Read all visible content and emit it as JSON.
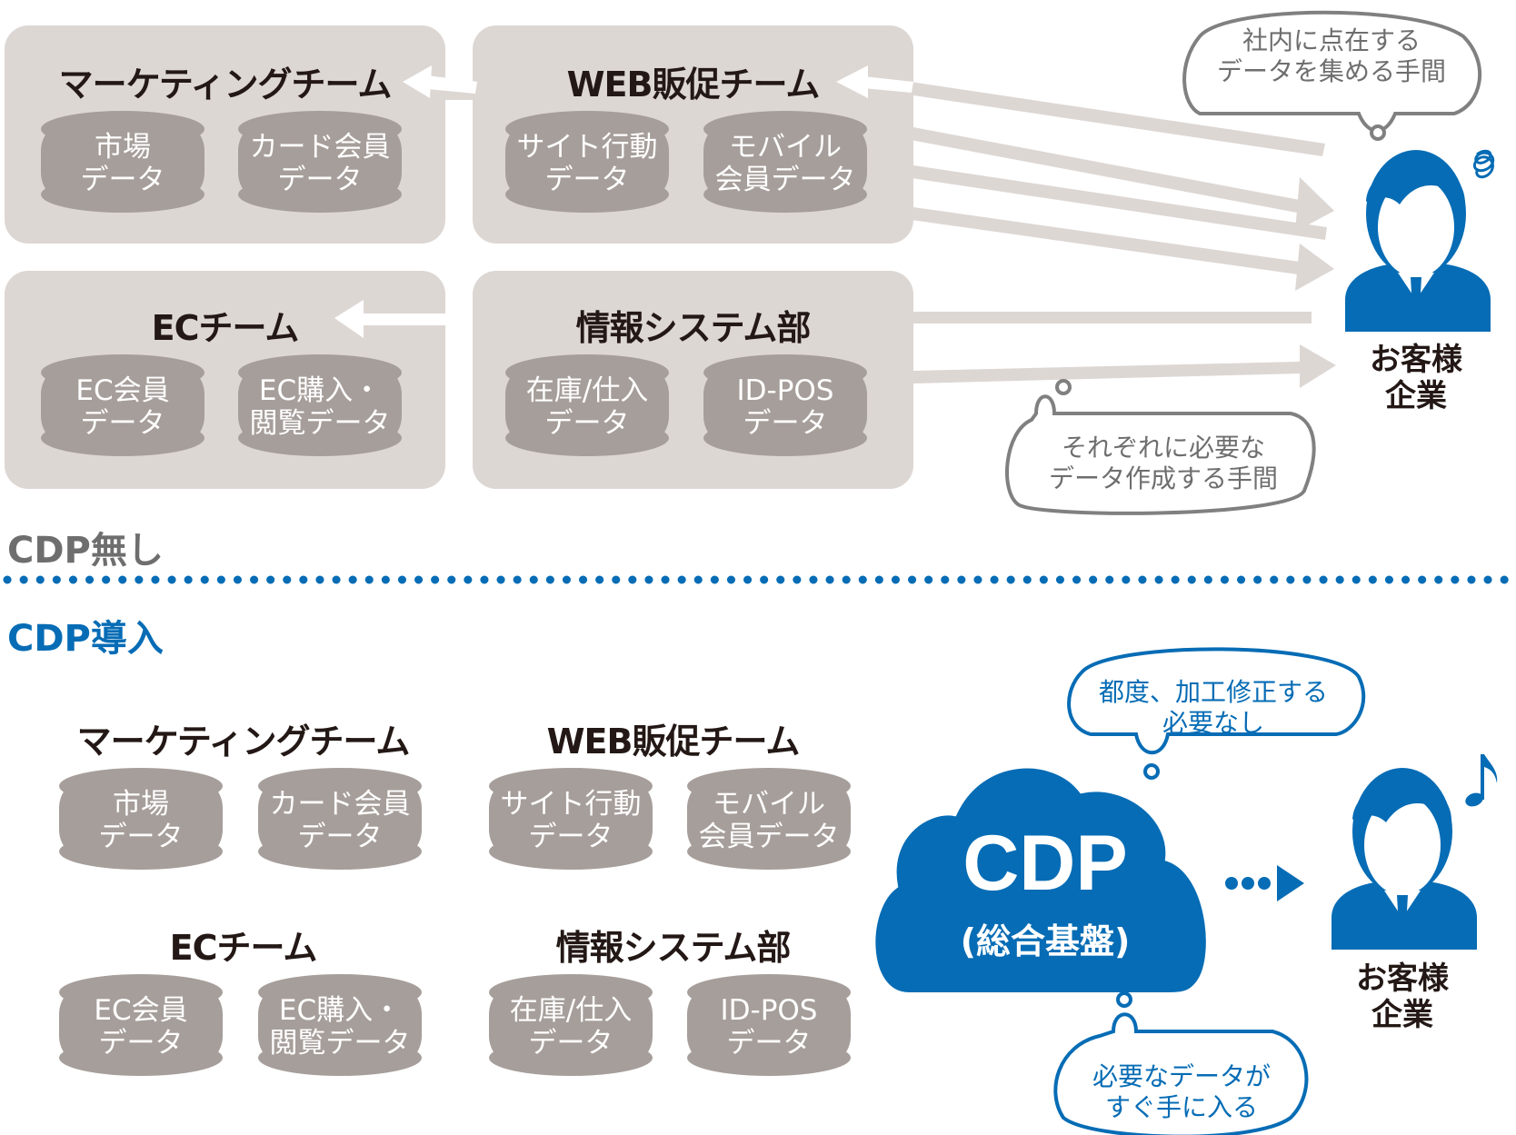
{
  "colors": {
    "brand_blue": "#066cb5",
    "panel": "#ddd7d4",
    "cylinder": "#a69e9a",
    "arrow": "#ddd7d4",
    "bubble_gray": "#808080",
    "text_dark": "#231815",
    "heading_gray": "#6e6e6e"
  },
  "without_cdp": {
    "heading": "CDP無し",
    "teams": [
      {
        "name": "マーケティングチーム",
        "data": [
          "市場\nデータ",
          "カード会員\nデータ"
        ]
      },
      {
        "name": "WEB販促チーム",
        "data": [
          "サイト行動\nデータ",
          "モバイル\n会員データ"
        ]
      },
      {
        "name": "ECチーム",
        "data": [
          "EC会員\nデータ",
          "EC購入・\n閲覧データ"
        ]
      },
      {
        "name": "情報システム部",
        "data": [
          "在庫/仕入\nデータ",
          "ID-POS\nデータ"
        ]
      }
    ],
    "bubble_top": "社内に点在する\nデータを集める手間",
    "bubble_bottom": "それぞれに必要な\nデータ作成する手間",
    "customer": "お客様\n企業",
    "customer_icon": "worried-person-icon"
  },
  "with_cdp": {
    "heading": "CDP導入",
    "teams": [
      {
        "name": "マーケティングチーム",
        "data": [
          "市場\nデータ",
          "カード会員\nデータ"
        ]
      },
      {
        "name": "WEB販促チーム",
        "data": [
          "サイト行動\nデータ",
          "モバイル\n会員データ"
        ]
      },
      {
        "name": "ECチーム",
        "data": [
          "EC会員\nデータ",
          "EC購入・\n閲覧データ"
        ]
      },
      {
        "name": "情報システム部",
        "data": [
          "在庫/仕入\nデータ",
          "ID-POS\nデータ"
        ]
      }
    ],
    "cloud_title": "CDP",
    "cloud_subtitle": "(総合基盤)",
    "bubble_top": "都度、加工修正する\n必要なし",
    "bubble_bottom": "必要なデータが\nすぐ手に入る",
    "customer": "お客様\n企業",
    "customer_icon": "happy-person-icon"
  }
}
